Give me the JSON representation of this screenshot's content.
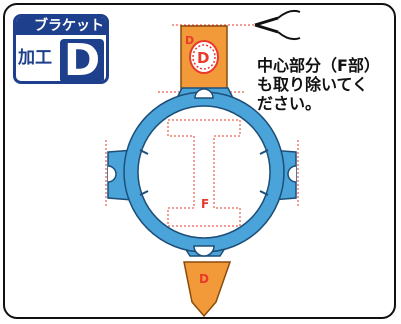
{
  "badge": {
    "top_label": "ブラケット",
    "left_label": "加工",
    "letter": "D"
  },
  "note": {
    "lines": [
      "中心部分（F部）",
      "も取り除いてく",
      "ださい。"
    ]
  },
  "labels": {
    "top_d": "D",
    "top_circle_d": "D",
    "bottom_d": "D",
    "center_f": "F"
  },
  "colors": {
    "ring": "#4aa3d9",
    "ring_dark": "#2d7fb8",
    "orange": "#f29a3a",
    "red": "#e83a2a",
    "badge": "#1d3f8c"
  }
}
